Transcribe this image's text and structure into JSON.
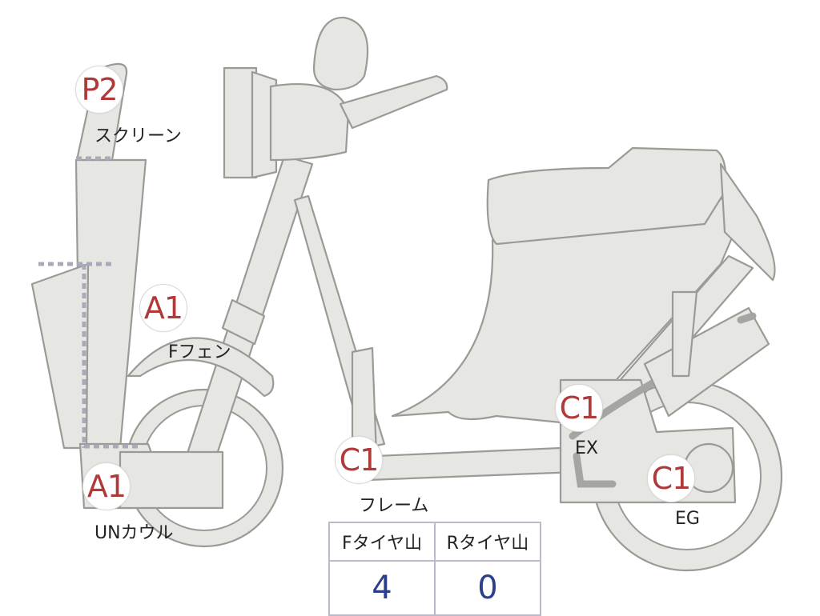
{
  "parts": [
    {
      "id": "screen",
      "code": "P2",
      "label": "スクリーン"
    },
    {
      "id": "front-fender",
      "code": "A1",
      "label": "Fフェン"
    },
    {
      "id": "under-cowl",
      "code": "A1",
      "label": "UNカウル"
    },
    {
      "id": "frame",
      "code": "C1",
      "label": "フレーム"
    },
    {
      "id": "exhaust",
      "code": "C1",
      "label": "EX"
    },
    {
      "id": "engine",
      "code": "C1",
      "label": "EG"
    }
  ],
  "tire_table": {
    "headers": [
      "Fタイヤ山",
      "Rタイヤ山"
    ],
    "values": [
      "4",
      "0"
    ]
  },
  "colors": {
    "code_text": "#b03a3a",
    "value_text": "#2b3f8c",
    "part_fill": "#e6e6e2",
    "part_outline": "#9a9a96",
    "dashed_line": "#a8aab8"
  }
}
